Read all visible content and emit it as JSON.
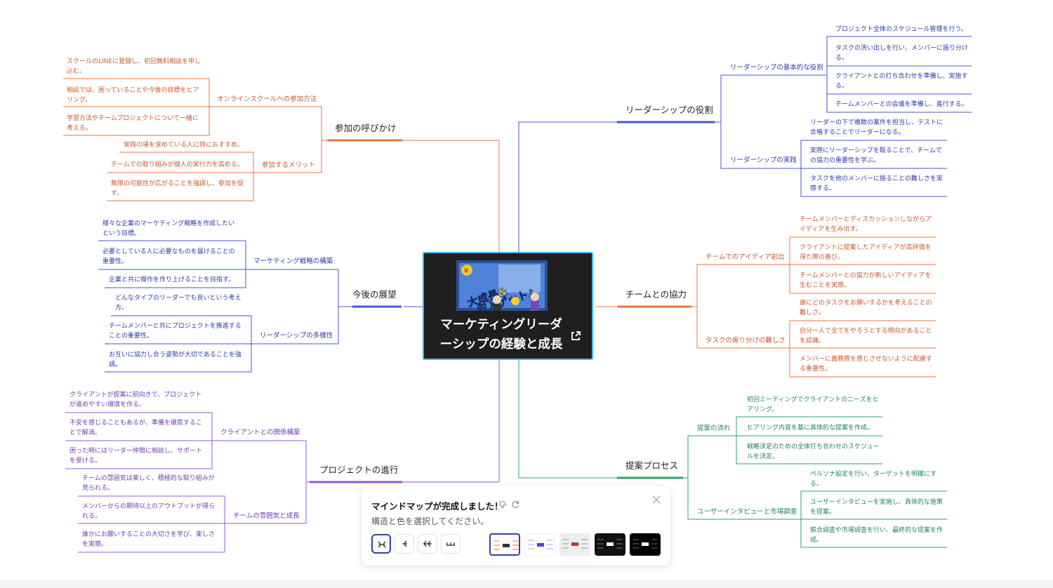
{
  "central": {
    "title_line1": "マーケティングリーダ",
    "title_line2": "ーシップの経験と成長",
    "image_icon": "thumbnail-image",
    "link_icon": "external-link-icon"
  },
  "left": {
    "participation": {
      "label": "参加の呼びかけ",
      "online": {
        "label": "オンラインスクールへの参加方法",
        "items": [
          "スクールのLINEに登録し、初回無料相談を申し\n込む。",
          "相談では、困っていることや今後の目標をヒア\nリング。",
          "学習方法やチームプロジェクトについて一緒に\n考える。"
        ]
      },
      "merit": {
        "label": "参加するメリット",
        "items": [
          "実践の場を求めている人に特におすすめ。",
          "チームでの取り組みが個人の実行力を高める。",
          "無限の可能性が広がることを強調し、参加を促\nす。"
        ]
      }
    },
    "future": {
      "label": "今後の展望",
      "strategy": {
        "label": "マーケティング戦略の構築",
        "items": [
          "様々な企業のマーケティング戦略を作成したい\nという目標。",
          "必要としている人に必要なものを届けることの\n重要性。",
          "企業と共に傑作を作り上げることを目指す。"
        ]
      },
      "diversity": {
        "label": "リーダーシップの多様性",
        "items": [
          "どんなタイプのリーダーでも良いという考え\n方。",
          "チームメンバーと共にプロジェクトを推進する\nことの重要性。",
          "お互いに協力し合う姿勢が大切であることを強\n調。"
        ]
      }
    },
    "project": {
      "label": "プロジェクトの進行",
      "client": {
        "label": "クライアントとの関係構築",
        "items": [
          "クライアントが提案に前向きで、プロジェクト\nが進めやすい環境を作る。",
          "不安を感じることもあるが、準備を徹底するこ\nとで解消。",
          "困った時にはリーダー仲間に相談し、サポート\nを受ける。"
        ]
      },
      "atmosphere": {
        "label": "チームの雰囲気と成長",
        "items": [
          "チームの雰囲気は楽しく、積極的な取り組みが\n見られる。",
          "メンバーからの期待以上のアウトプットが得ら\nれる。",
          "誰かにお願いすることの大切さを学び、楽しさ\nを実感。"
        ]
      }
    }
  },
  "right": {
    "role": {
      "label": "リーダーシップの役割",
      "basic": {
        "label": "リーダーシップの基本的な役割",
        "items": [
          "プロジェクト全体のスケジュール管理を行う。",
          "タスクの洗い出しを行い、メンバーに振り分け\nる。",
          "クライアントとの打ち合わせを準備し、実施す\nる。",
          "チームメンバーとの会議を準備し、進行する。"
        ]
      },
      "practice": {
        "label": "リーダーシップの実践",
        "items": [
          "リーダーの下で複数の案件を担当し、テストに\n合格することでリーダーになる。",
          "実際にリーダーシップを取ることで、チームで\nの協力の重要性を学ぶ。",
          "タスクを他のメンバーに振ることの難しさを実\n感する。"
        ]
      }
    },
    "team": {
      "label": "チームとの協力",
      "idea": {
        "label": "チームでのアイディア創出",
        "items": [
          "チームメンバーとディスカッションしながらア\nイディアを生み出す。",
          "クライアントに提案したアイディアが高評価を\n得た際の喜び。",
          "チームメンバーとの協力が新しいアイディアを\n生むことを実感。"
        ]
      },
      "task": {
        "label": "タスクの振り分けの難しさ",
        "items": [
          "誰にどのタスクをお願いするかを考えることの\n難しさ。",
          "自分一人で全てをやろうとする傾向があること\nを認識。",
          "メンバーに義務感を感じさせないように配慮す\nる重要性。"
        ]
      }
    },
    "proposal": {
      "label": "提案プロセス",
      "flow": {
        "label": "提案の流れ",
        "items": [
          "初回ミーティングでクライアントのニーズをヒ\nアリング。",
          "ヒアリング内容を基に具体的な提案を作成。",
          "戦略決定のための全体打ち合わせのスケジュー\nルを決定。"
        ]
      },
      "interview": {
        "label": "ユーザーインタビューと市場調査",
        "items": [
          "ペルソナ設定を行い、ターゲットを明確にす\nる。",
          "ユーザーインタビューを実施し、具体的な施策\nを提案。",
          "競合調査や市場調査を行い、最終的な提案を作\n成。"
        ]
      }
    }
  },
  "colors": {
    "orange": "#e8743b",
    "blue": "#4455cc",
    "purple": "#8e5bd8",
    "green": "#2aa36b",
    "central_border": "#38b8f0"
  },
  "toast": {
    "title": "マインドマップが完成しました！",
    "subtitle": "構造と色を選択してください。",
    "icons": [
      "thumbs-down-icon",
      "refresh-icon",
      "close-icon"
    ],
    "structures": [
      "structure-both-sides",
      "structure-left",
      "structure-tree-left",
      "structure-bottom"
    ],
    "themes": [
      "theme-colorful",
      "theme-purple",
      "theme-red",
      "theme-dark-1",
      "theme-dark-2"
    ]
  }
}
